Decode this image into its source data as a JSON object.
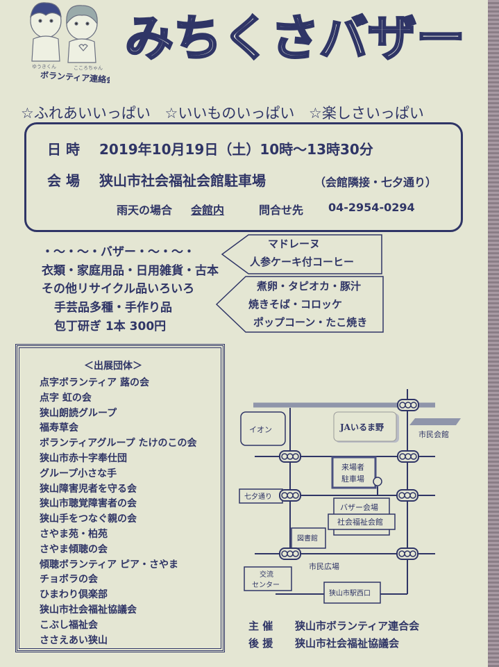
{
  "header": {
    "logo_label": "ボランティア連絡会",
    "character_names": [
      "ゆうきくん",
      "こころちゃん"
    ],
    "title": "みちくさバザー"
  },
  "tagline": "☆ふれあいいっぱい ☆いいものいっぱい ☆楽しさいっぱい",
  "info": {
    "date_label": "日 時",
    "date_value": "2019年10月19日（土）10時～13時30分",
    "venue_label": "会 場",
    "venue_value": "狭山市社会福祉会館駐車場",
    "venue_note": "（会館隣接・七夕通り）",
    "rain_label": "雨天の場合",
    "rain_value": "会館内",
    "contact_label": "問合せ先",
    "contact_value": "04-2954-0294"
  },
  "bazaar": {
    "heading": "・～・～・バザー・～・～・",
    "items": [
      "衣類・家庭用品・日用雑貨・古本",
      "その他リサイクル品いろいろ",
      "手芸品多種・手作り品",
      "包丁研ぎ 1本 300円"
    ]
  },
  "food": {
    "group1": [
      "マドレーヌ",
      "人参ケーキ付コーヒー"
    ],
    "group2": [
      "煮卵・タピオカ・豚汁",
      "焼きそば・コロッケ",
      "ポップコーン・たこ焼き"
    ]
  },
  "exhibitors": {
    "heading": "＜出展団体＞",
    "items": [
      "点字ボランティア 蕗の会",
      "点字 虹の会",
      "狭山朗読グループ",
      "福寿草会",
      "ボランティアグループ たけのこの会",
      "狭山市赤十字奉仕団",
      "グループ小さな手",
      "狭山障害児者を守る会",
      "狭山市聴覚障害者の会",
      "狭山手をつなぐ親の会",
      "さやま苑・柏苑",
      "さやま傾聴の会",
      "傾聴ボランティア ピア・さやま",
      "チョボラの会",
      "ひまわり倶楽部",
      "狭山市社会福祉協議会",
      "こぶし福祉会",
      "ささえあい狭山"
    ]
  },
  "map": {
    "aeon": "イオン",
    "ja": "JAいるま野",
    "shimin_kaikan": "市民会館",
    "parking": [
      "来場者",
      "駐車場"
    ],
    "tanabata": "七夕通り",
    "bazaar_venue": "バザー会場",
    "welfare_hall": "社会福祉会館",
    "library": "図書館",
    "plaza": "市民広場",
    "exchange_center": [
      "交流",
      "センター"
    ],
    "station": "狭山市駅西口"
  },
  "footer": {
    "organizer_label": "主 催",
    "organizer": "狭山市ボランティア連合会",
    "supporter_label": "後 援",
    "supporter": "狭山市社会福祉協議会"
  }
}
